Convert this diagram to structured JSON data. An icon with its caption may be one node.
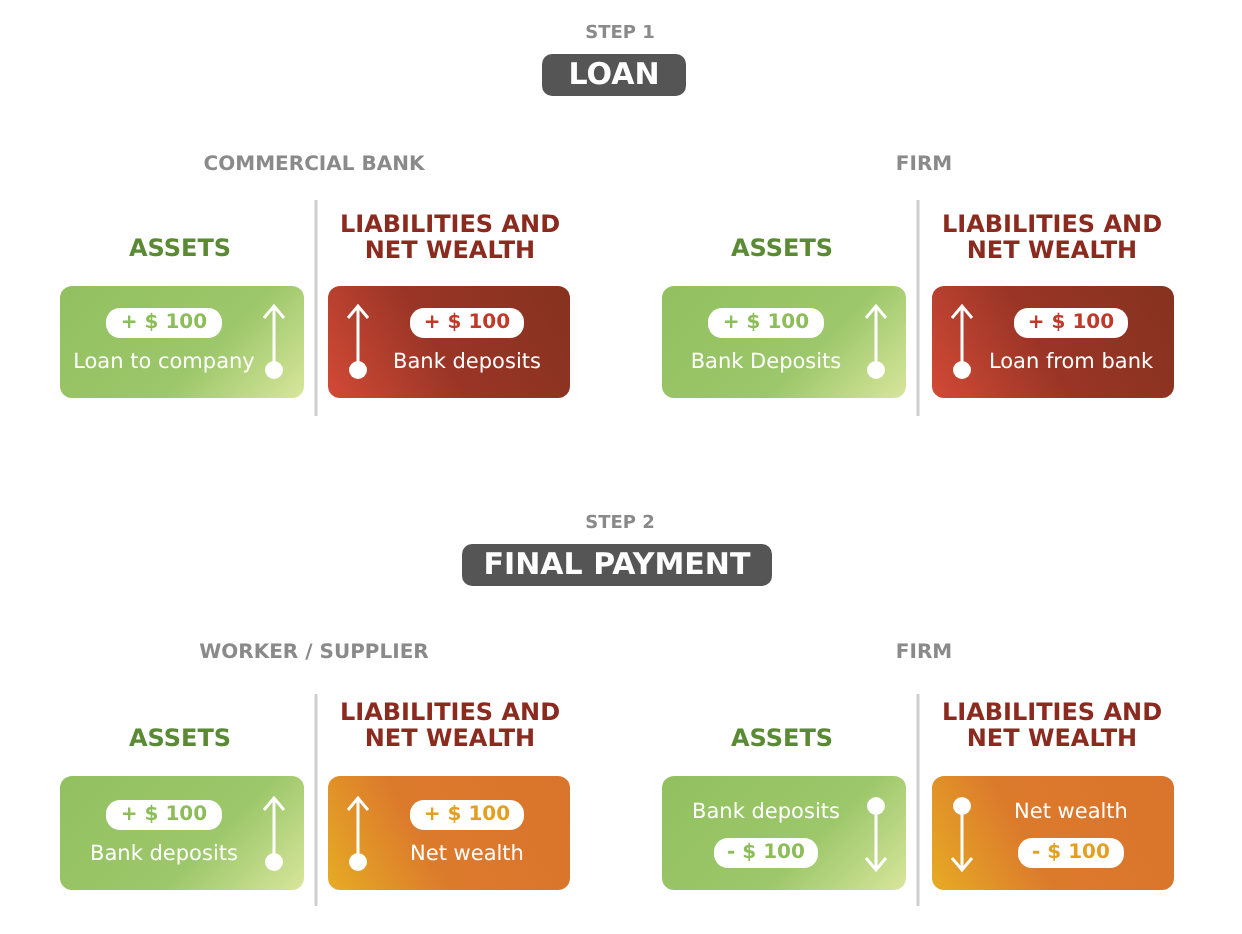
{
  "diagram": {
    "nodes": [
      {
        "text": [
          "LOAN"
        ]
      },
      {
        "text": [
          "+ $ 100",
          "Loan to company"
        ]
      },
      {
        "text": [
          "+ $ 100",
          "Bank deposits"
        ]
      },
      {
        "text": [
          "+ $ 100",
          "Bank Deposits"
        ]
      },
      {
        "text": [
          "+ $ 100",
          "Loan from bank"
        ]
      },
      {
        "text": [
          "FINAL PAYMENT"
        ]
      },
      {
        "text": [
          "+ $ 100",
          "Bank deposits"
        ]
      },
      {
        "text": [
          "+ $ 100",
          "Net  wealth"
        ]
      },
      {
        "text": [
          "Bank deposits",
          "- $ 100"
        ]
      },
      {
        "text": [
          "Net  wealth",
          "- $ 100"
        ]
      }
    ],
    "edges": [],
    "labels": [
      "STEP 1",
      "COMMERCIAL BANK",
      "FIRM",
      "ASSETS",
      "LIABILITIES AND NET WEALTH",
      "ASSETS",
      "LIABILITIES AND NET WEALTH",
      "STEP 2",
      "WORKER / SUPPLIER",
      "FIRM",
      "ASSETS",
      "LIABILITIES AND NET WEALTH",
      "ASSETS",
      "LIABILITIES AND NET WEALTH"
    ]
  }
}
